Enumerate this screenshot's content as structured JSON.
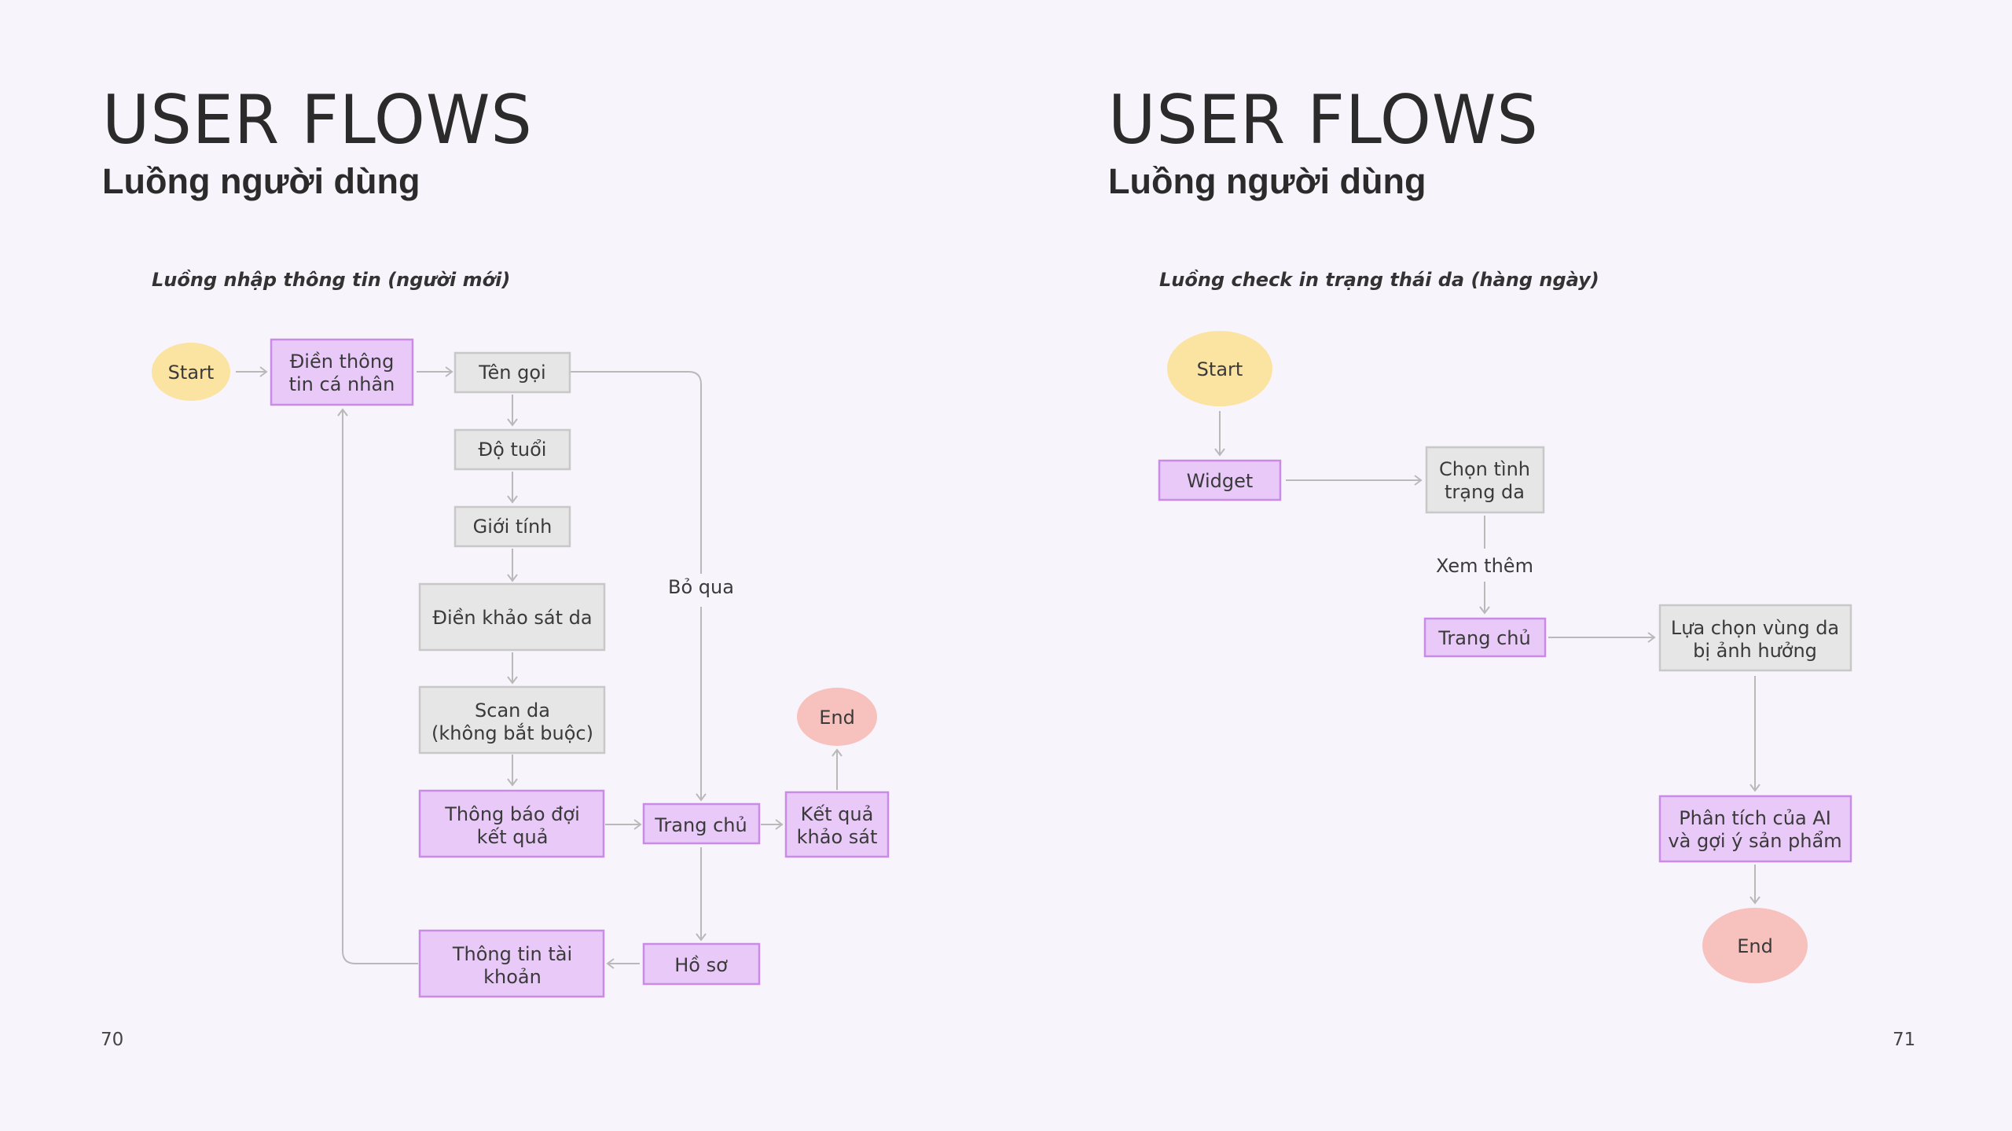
{
  "left_page": {
    "title": "USER FLOWS",
    "subtitle": "Luồng người dùng",
    "flow_title": "Luồng nhập thông tin (người mới)",
    "page_number": "70",
    "nodes": {
      "start": [
        "Start"
      ],
      "fill_info": [
        "Điền thông",
        "tin cá nhân"
      ],
      "name": [
        "Tên gọi"
      ],
      "age": [
        "Độ tuổi"
      ],
      "gender": [
        "Giới tính"
      ],
      "skin_survey": [
        "Điền khảo sát da"
      ],
      "scan": [
        "Scan da",
        "(không bắt buộc)"
      ],
      "wait_notice": [
        "Thông báo đợi",
        "kết quả"
      ],
      "home": [
        "Trang chủ"
      ],
      "result": [
        "Kết quả",
        "khảo sát"
      ],
      "end": [
        "End"
      ],
      "profile": [
        "Hồ sơ"
      ],
      "account": [
        "Thông tin tài",
        "khoản"
      ]
    },
    "edge_labels": {
      "skip": "Bỏ qua"
    }
  },
  "right_page": {
    "title": "USER FLOWS",
    "subtitle": "Luồng người dùng",
    "flow_title": "Luồng check in trạng thái da (hàng ngày)",
    "page_number": "71",
    "nodes": {
      "start": [
        "Start"
      ],
      "widget": [
        "Widget"
      ],
      "choose_skin": [
        "Chọn tình",
        "trạng da"
      ],
      "home": [
        "Trang chủ"
      ],
      "choose_area": [
        "Lựa chọn vùng da",
        "bị ảnh hưởng"
      ],
      "ai_analysis": [
        "Phân tích của AI",
        "và gợi ý sản phẩm"
      ],
      "end": [
        "End"
      ]
    },
    "edge_labels": {
      "see_more": "Xem thêm"
    }
  },
  "colors": {
    "background": "#f8f4fc",
    "purple_node": "#e8c9f7",
    "grey_node": "#e6e6e6",
    "start_node": "#fbe3a1",
    "end_node": "#f7c1bd"
  }
}
